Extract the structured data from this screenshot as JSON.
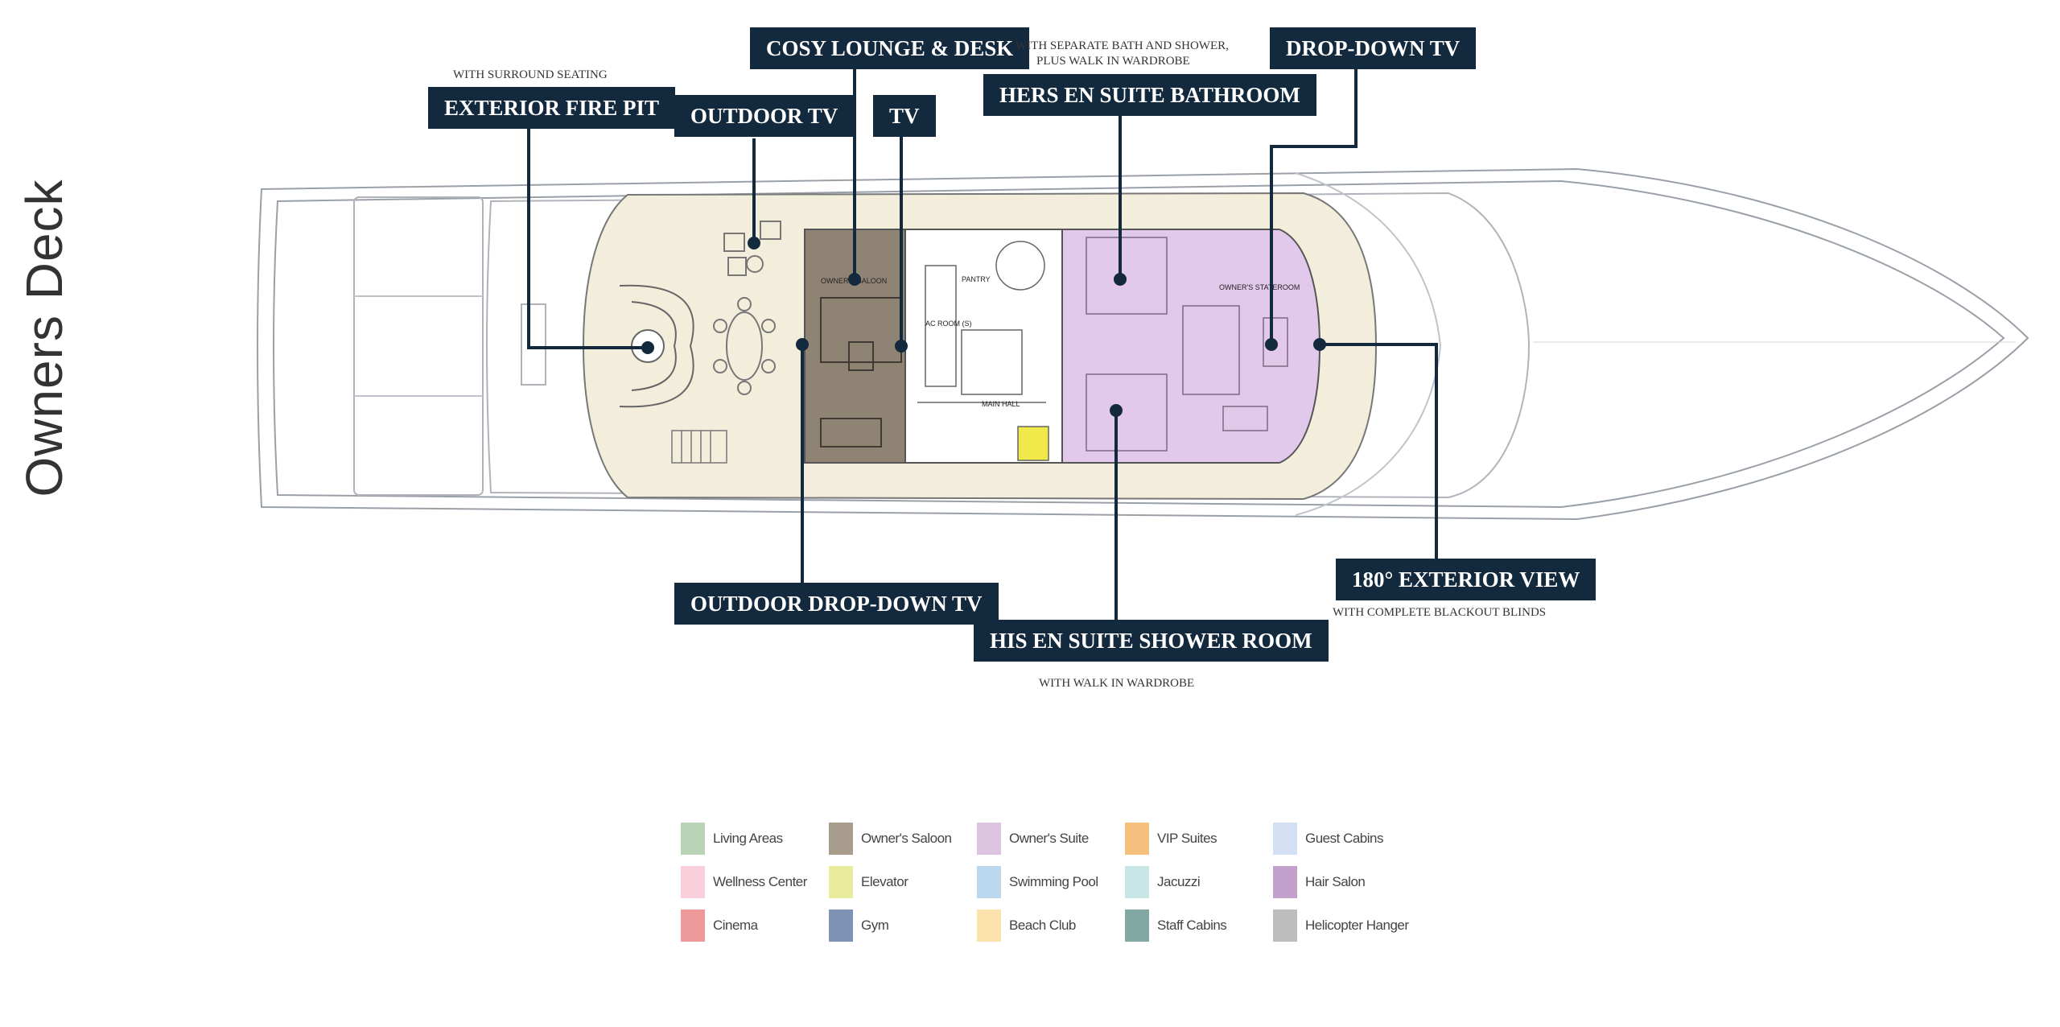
{
  "deck_title": "Owners Deck",
  "callouts": {
    "cosy_lounge": "COSY LOUNGE & DESK",
    "hers_bathroom": "HERS EN SUITE BATHROOM",
    "drop_down_tv": "DROP-DOWN TV",
    "exterior_fire_pit": "EXTERIOR FIRE PIT",
    "outdoor_tv": "OUTDOOR TV",
    "tv": "TV",
    "outdoor_drop_down_tv": "OUTDOOR DROP-DOWN TV",
    "his_shower_room": "HIS EN SUITE SHOWER ROOM",
    "exterior_view": "180° EXTERIOR VIEW"
  },
  "notes": {
    "surround_seating": "WITH SURROUND SEATING",
    "bath_shower_1": "WITH SEPARATE BATH AND SHOWER,",
    "bath_shower_2": "PLUS WALK IN WARDROBE",
    "blackout_blinds": "WITH COMPLETE BLACKOUT BLINDS",
    "walk_in_wardrobe": "WITH WALK IN WARDROBE"
  },
  "plan_labels": {
    "owners_saloon": "OWNER'S SALOON",
    "pantry": "PANTRY",
    "ac_room": "AC ROOM (S)",
    "main_hall": "MAIN HALL",
    "owners_stateroom": "OWNER'S STATEROOM"
  },
  "legend": [
    {
      "label": "Living Areas",
      "color": "#b8d3b5"
    },
    {
      "label": "Owner's Saloon",
      "color": "#a89c8c"
    },
    {
      "label": "Owner's Suite",
      "color": "#dcc3e0"
    },
    {
      "label": "VIP Suites",
      "color": "#f5c07d"
    },
    {
      "label": "Guest Cabins",
      "color": "#d3e0f3"
    },
    {
      "label": "Wellness Center",
      "color": "#f8cfdb"
    },
    {
      "label": "Elevator",
      "color": "#e9ec9c"
    },
    {
      "label": "Swimming Pool",
      "color": "#bcd8ee"
    },
    {
      "label": "Jacuzzi",
      "color": "#c8e6e6"
    },
    {
      "label": "Hair Salon",
      "color": "#c4a0cc"
    },
    {
      "label": "Cinema",
      "color": "#ef9a9a"
    },
    {
      "label": "Gym",
      "color": "#7d92b4"
    },
    {
      "label": "Beach Club",
      "color": "#fbe1ab"
    },
    {
      "label": "Staff Cabins",
      "color": "#83a7a3"
    },
    {
      "label": "Helicopter Hanger",
      "color": "#bdbdbd"
    }
  ],
  "colors": {
    "callout_bg": "#13293d",
    "callout_text": "#ffffff",
    "deck_fill": "#f3eddb",
    "saloon_fill": "#8f8474",
    "suite_fill": "#e2c9ec",
    "hull_stroke": "#9aa0a8"
  }
}
